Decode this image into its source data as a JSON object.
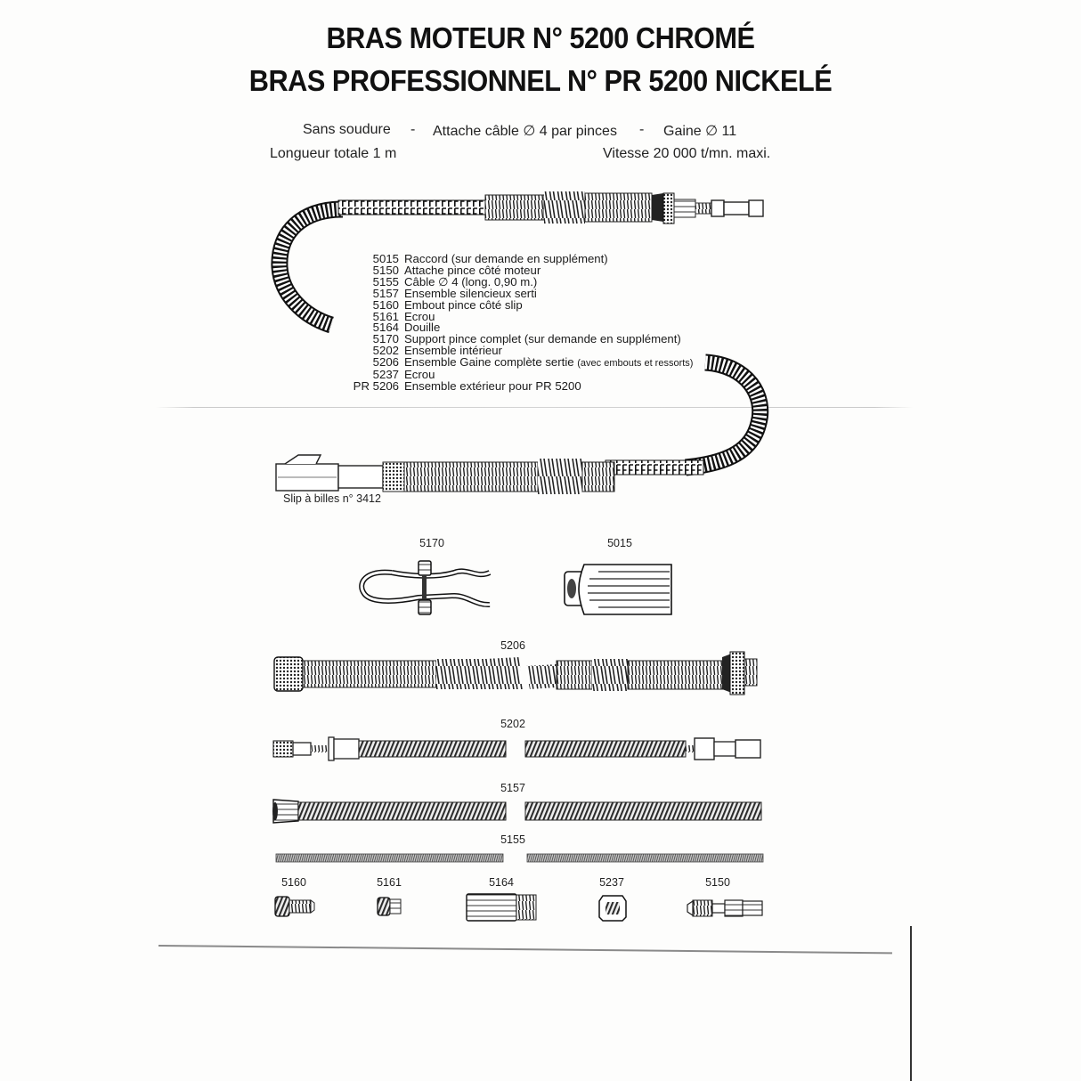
{
  "header": {
    "title_line1": "BRAS MOTEUR N° 5200 CHROMÉ",
    "title_line2": "BRAS PROFESSIONNEL N°  PR 5200 NICKELÉ"
  },
  "specs": {
    "line1_a": "Sans soudure",
    "line1_sep1": "-",
    "line1_b": "Attache câble ∅ 4 par pinces",
    "line1_sep2": "-",
    "line1_c": "Gaine ∅ 11",
    "line2_left": "Longueur totale 1 m",
    "line2_right": "Vitesse 20 000 t/mn. maxi."
  },
  "legend": {
    "items": [
      {
        "code": "5015",
        "desc": "Raccord (sur demande en supplément)",
        "note": ""
      },
      {
        "code": "5150",
        "desc": "Attache pince côté moteur",
        "note": ""
      },
      {
        "code": "5155",
        "desc": "Câble ∅ 4 (long. 0,90 m.)",
        "note": ""
      },
      {
        "code": "5157",
        "desc": "Ensemble silencieux serti",
        "note": ""
      },
      {
        "code": "5160",
        "desc": "Embout pince côté slip",
        "note": ""
      },
      {
        "code": "5161",
        "desc": "Ecrou",
        "note": ""
      },
      {
        "code": "5164",
        "desc": "Douille",
        "note": ""
      },
      {
        "code": "5170",
        "desc": "Support pince complet (sur demande en supplément)",
        "note": ""
      },
      {
        "code": "5202",
        "desc": "Ensemble intérieur",
        "note": ""
      },
      {
        "code": "5206",
        "desc": "Ensemble Gaine complète sertie ",
        "note": "(avec embouts et ressorts)"
      },
      {
        "code": "5237",
        "desc": "Ecrou",
        "note": ""
      },
      {
        "code": "PR 5206",
        "desc": "Ensemble extérieur pour PR 5200",
        "note": ""
      }
    ]
  },
  "illustrations": {
    "main_arm_caption": "Slip à billes n° 3412",
    "part_labels": {
      "p5170": "5170",
      "p5015": "5015",
      "p5206": "5206",
      "p5202": "5202",
      "p5157": "5157",
      "p5155": "5155",
      "p5160": "5160",
      "p5161": "5161",
      "p5164": "5164",
      "p5237": "5237",
      "p5150": "5150"
    }
  },
  "colors": {
    "paper": "#fdfdfc",
    "ink": "#1a1a1a",
    "fold_line": "#d0d0d0"
  }
}
